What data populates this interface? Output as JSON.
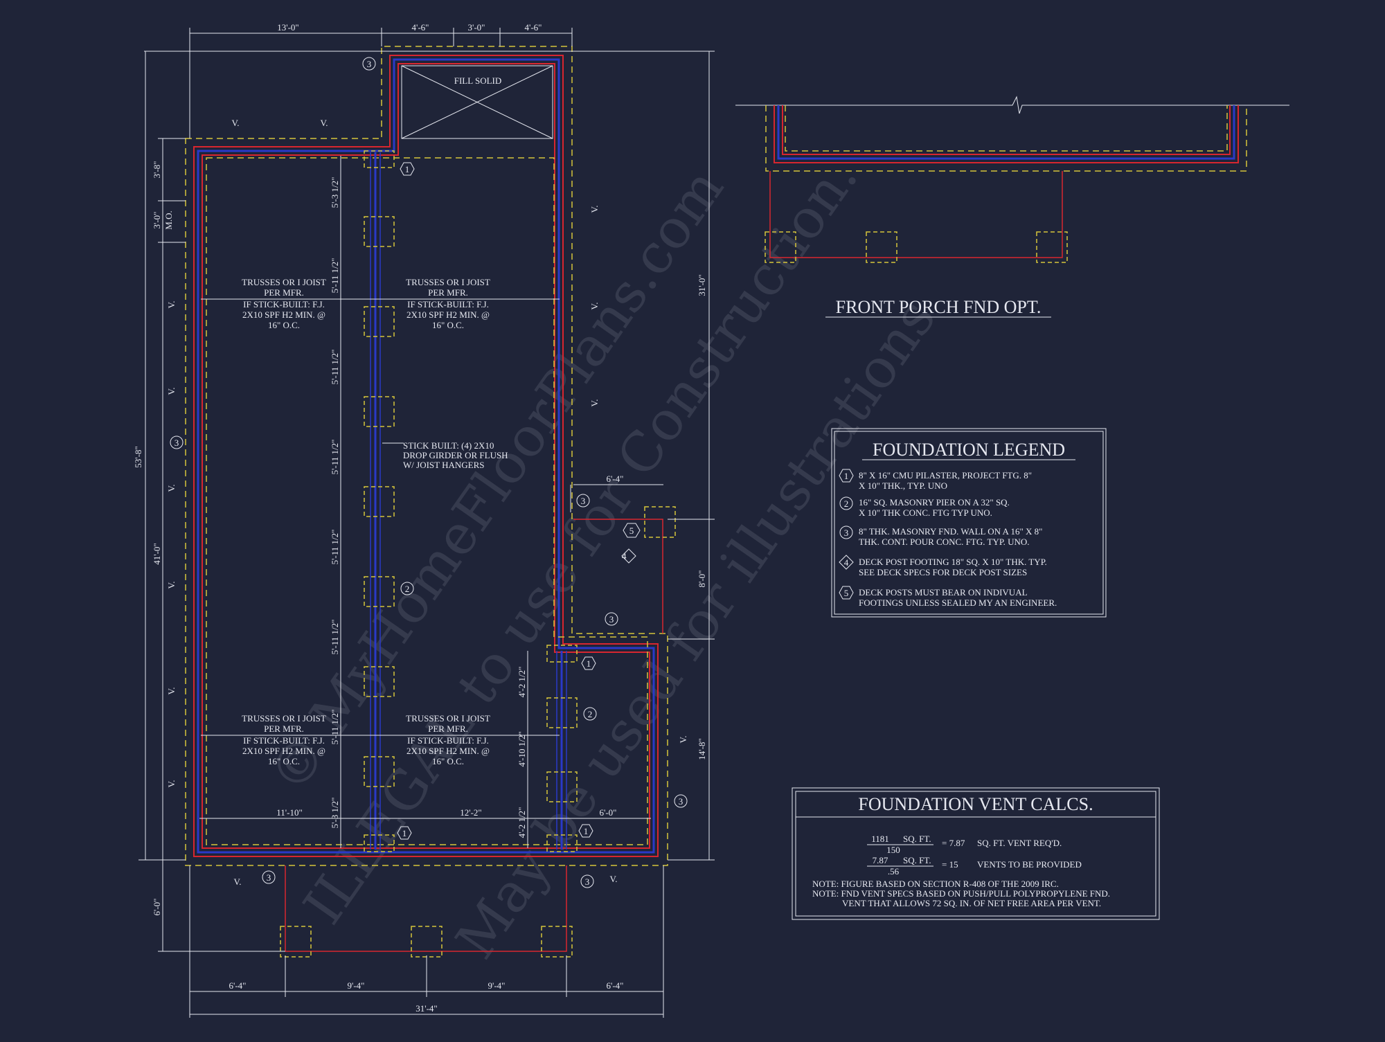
{
  "colors": {
    "background": "#1f2438",
    "wall_red": "#d8262f",
    "footing_yellow": "#d6c53a",
    "girder_blue": "#2a39c8",
    "line_white": "#e6e8f0"
  },
  "plan": {
    "fill_solid": "FILL SOLID",
    "top_dims": [
      "13'-0\"",
      "4'-6\"",
      "3'-0\"",
      "4'-6\""
    ],
    "left_dims": [
      "3'-8\"",
      "3'-0\"",
      "M.O.",
      "41'-0\"",
      "6'-0\""
    ],
    "overall_left": "53'-8\"",
    "right_dims": [
      "31'-0\"",
      "8'-0\"",
      "14'-8\""
    ],
    "girder_dims": [
      "5'-3 1/2\"",
      "5'-11 1/2\"",
      "5'-11 1/2\"",
      "5'-11 1/2\"",
      "5'-11 1/2\"",
      "5'-11 1/2\"",
      "5'-11 1/2\"",
      "5'-3 1/2\""
    ],
    "small_girder_dims": [
      "4'-2 1/2\"",
      "4'-10 1/2\"",
      "4'-2 1/2\""
    ],
    "inner_dims": [
      "11'-10\"",
      "12'-2\"",
      "6'-0\""
    ],
    "deck_dim": "6'-4\"",
    "bottom_dims": [
      "6'-4\"",
      "9'-4\"",
      "9'-4\"",
      "6'-4\""
    ],
    "overall_bottom": "31'-4\"",
    "vent": "V.",
    "tag_1": "1",
    "tag_2": "2",
    "tag_3": "3",
    "tag_4": "4",
    "tag_5": "5",
    "joist_note": [
      "TRUSSES OR I JOIST",
      "PER MFR.",
      "IF STICK-BUILT: F.J.",
      "2X10 SPF H2 MIN. @",
      "16\" O.C."
    ],
    "girder_note": [
      "STICK BUILT: (4) 2X10",
      "DROP GIRDER OR FLUSH",
      "W/ JOIST HANGERS"
    ]
  },
  "porch": {
    "title": "FRONT PORCH FND OPT."
  },
  "legend": {
    "title": "FOUNDATION LEGEND",
    "items": [
      {
        "num": "1",
        "l1": "8\" X 16\" CMU PILASTER, PROJECT FTG. 8\"",
        "l2": "X 10\" THK., TYP. UNO"
      },
      {
        "num": "2",
        "l1": "16\" SQ. MASONRY PIER ON A 32\" SQ.",
        "l2": "X 10\" THK CONC. FTG TYP UNO."
      },
      {
        "num": "3",
        "l1": "8\" THK. MASONRY FND. WALL ON A 16\" X 8\"",
        "l2": "THK. CONT. POUR CONC. FTG. TYP. UNO."
      },
      {
        "num": "4",
        "l1": "DECK POST FOOTING 18\" SQ. X 10\" THK. TYP.",
        "l2": "SEE DECK SPECS FOR DECK POST SIZES"
      },
      {
        "num": "5",
        "l1": "DECK POSTS MUST BEAR ON INDIVUAL",
        "l2": "FOOTINGS UNLESS SEALED MY AN ENGINEER."
      }
    ]
  },
  "vents": {
    "title": "FOUNDATION VENT CALCS.",
    "r1_num": "1181",
    "r1_unit": "SQ. FT.",
    "r1_den": "150",
    "r1_eq": "= 7.87",
    "r1_txt": "SQ. FT. VENT REQ'D.",
    "r2_num": "7.87",
    "r2_unit": "SQ. FT.",
    "r2_den": ".56",
    "r2_eq": "=  15",
    "r2_txt": "VENTS TO BE PROVIDED",
    "note1": "NOTE: FIGURE BASED ON SECTION R-408 OF THE 2009 IRC.",
    "note2": "NOTE: FND VENT SPECS BASED ON PUSH/PULL POLYPROPYLENE FND.",
    "note3": "VENT THAT ALLOWS 72 SQ. IN. OF NET FREE AREA PER VENT."
  },
  "watermark": {
    "line1": "© MyHomeFloorPlans.com",
    "line2": "ILLEGAL to use for Construction.",
    "line3": "May be used for illustrations"
  }
}
